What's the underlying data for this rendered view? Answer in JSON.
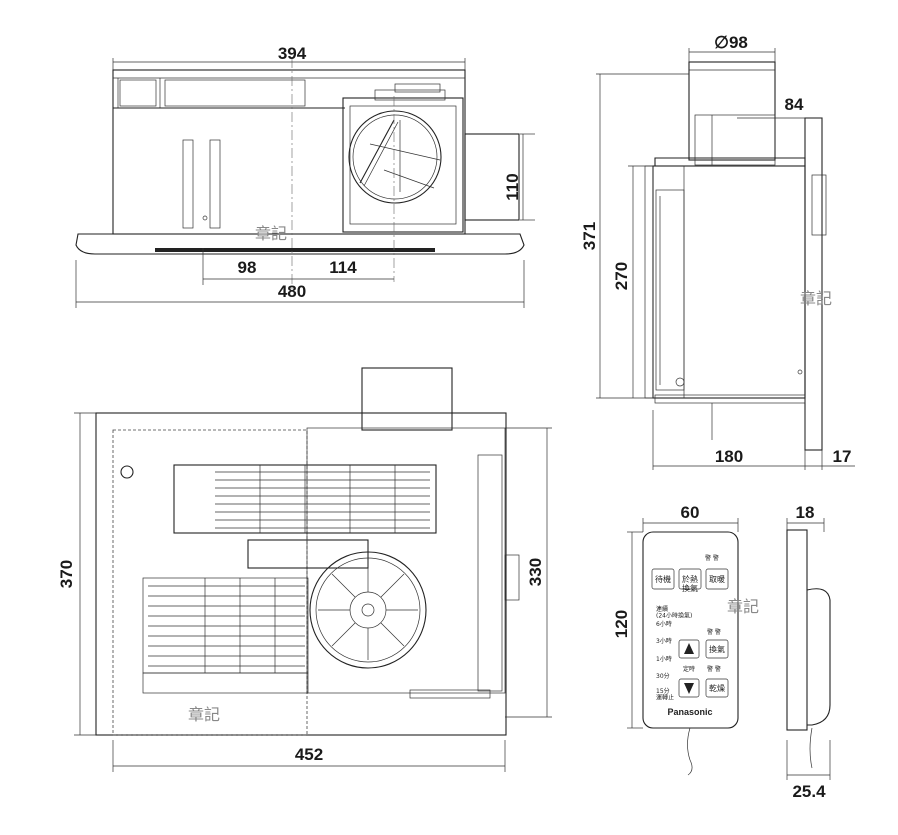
{
  "dimensions": {
    "top_width": "394",
    "top_pipe_h": "110",
    "top_offset_a": "98",
    "top_offset_b": "114",
    "top_total": "480",
    "side_pipe_dia": "∅98",
    "side_offset": "84",
    "side_total_h": "371",
    "side_body_h": "270",
    "side_depth": "180",
    "side_flange": "17",
    "bottom_h": "370",
    "bottom_inner_h": "330",
    "bottom_w": "452",
    "remote_w": "60",
    "remote_h": "120",
    "remote_depth": "18",
    "remote_depth_total": "25.4"
  },
  "watermark": "章記",
  "remote": {
    "brand": "Panasonic",
    "buttons": {
      "standby": "待機",
      "heat_ventilate": "於熱\n換氣",
      "dry_heat": "取暖",
      "ventilate": "換氣",
      "dry": "乾燥"
    },
    "timer_label": "定時",
    "timer_values": [
      "連續\n(24小時換氣)",
      "6小時",
      "3小時",
      "1小時",
      "30分",
      "15分\n運轉止"
    ],
    "dots_label": "警 警"
  },
  "icons": {
    "up": "triangle-up-icon",
    "down": "triangle-down-icon"
  }
}
